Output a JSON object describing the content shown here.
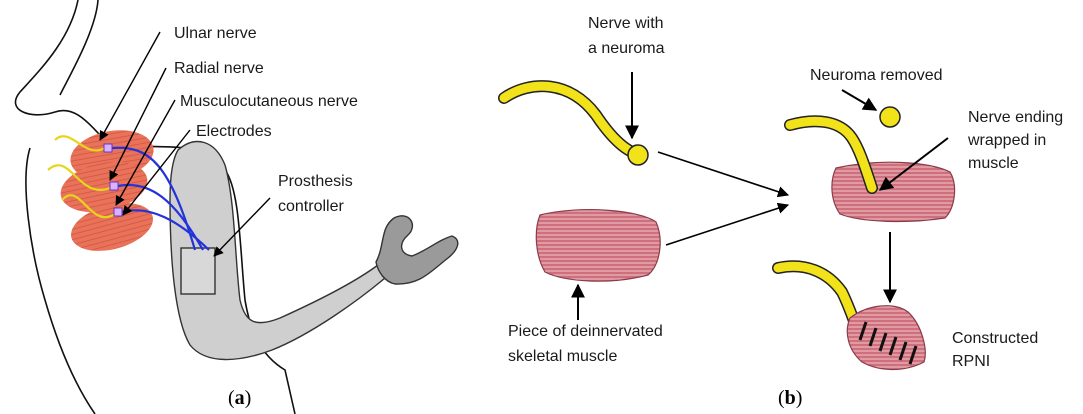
{
  "panel_a": {
    "labels": {
      "ulnar": "Ulnar nerve",
      "radial": "Radial nerve",
      "musculo": "Musculocutaneous nerve",
      "electrodes": "Electrodes",
      "prosthesis_1": "Prosthesis",
      "prosthesis_2": "controller"
    },
    "caption": {
      "open": "(",
      "letter": "a",
      "close": ")"
    }
  },
  "panel_b": {
    "labels": {
      "nerve_1": "Nerve with",
      "nerve_2": "a neuroma",
      "removed": "Neuroma removed",
      "ending_1": "Nerve ending",
      "ending_2": "wrapped in",
      "ending_3": "muscle",
      "piece_1": "Piece of deinnervated",
      "piece_2": "skeletal muscle",
      "rpni_1": "Constructed",
      "rpni_2": "RPNI"
    },
    "caption": {
      "open": "(",
      "letter": "b",
      "close": ")"
    }
  },
  "colors": {
    "muscle_a": "#e8735a",
    "muscle_b": "#c96272",
    "nerve": "#f2e21a",
    "electrode_wire": "#2233dd",
    "prosthesis": "#c8c8c8",
    "prosthesis_dark": "#8a8a8a"
  }
}
